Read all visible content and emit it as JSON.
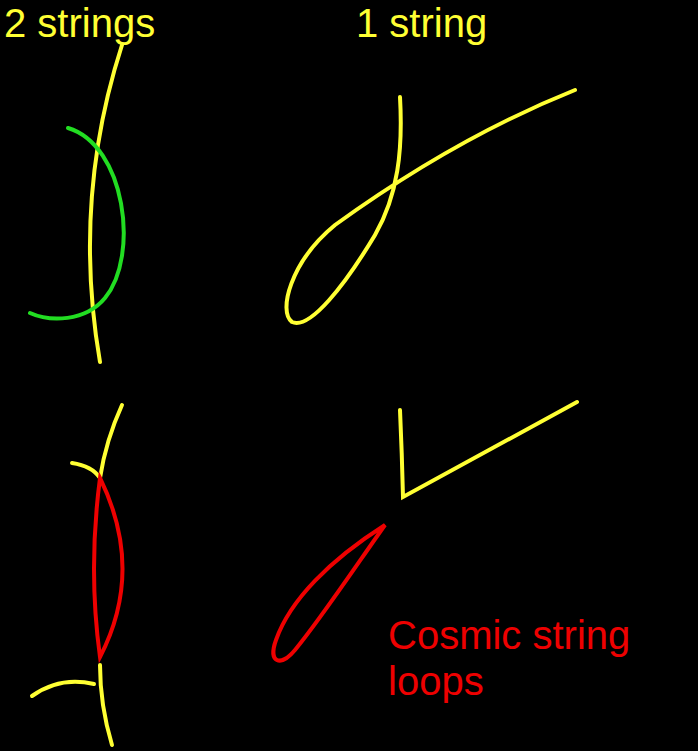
{
  "diagram": {
    "labels": [
      "2 strings",
      "1 string",
      "Cosmic string loops"
    ]
  }
}
